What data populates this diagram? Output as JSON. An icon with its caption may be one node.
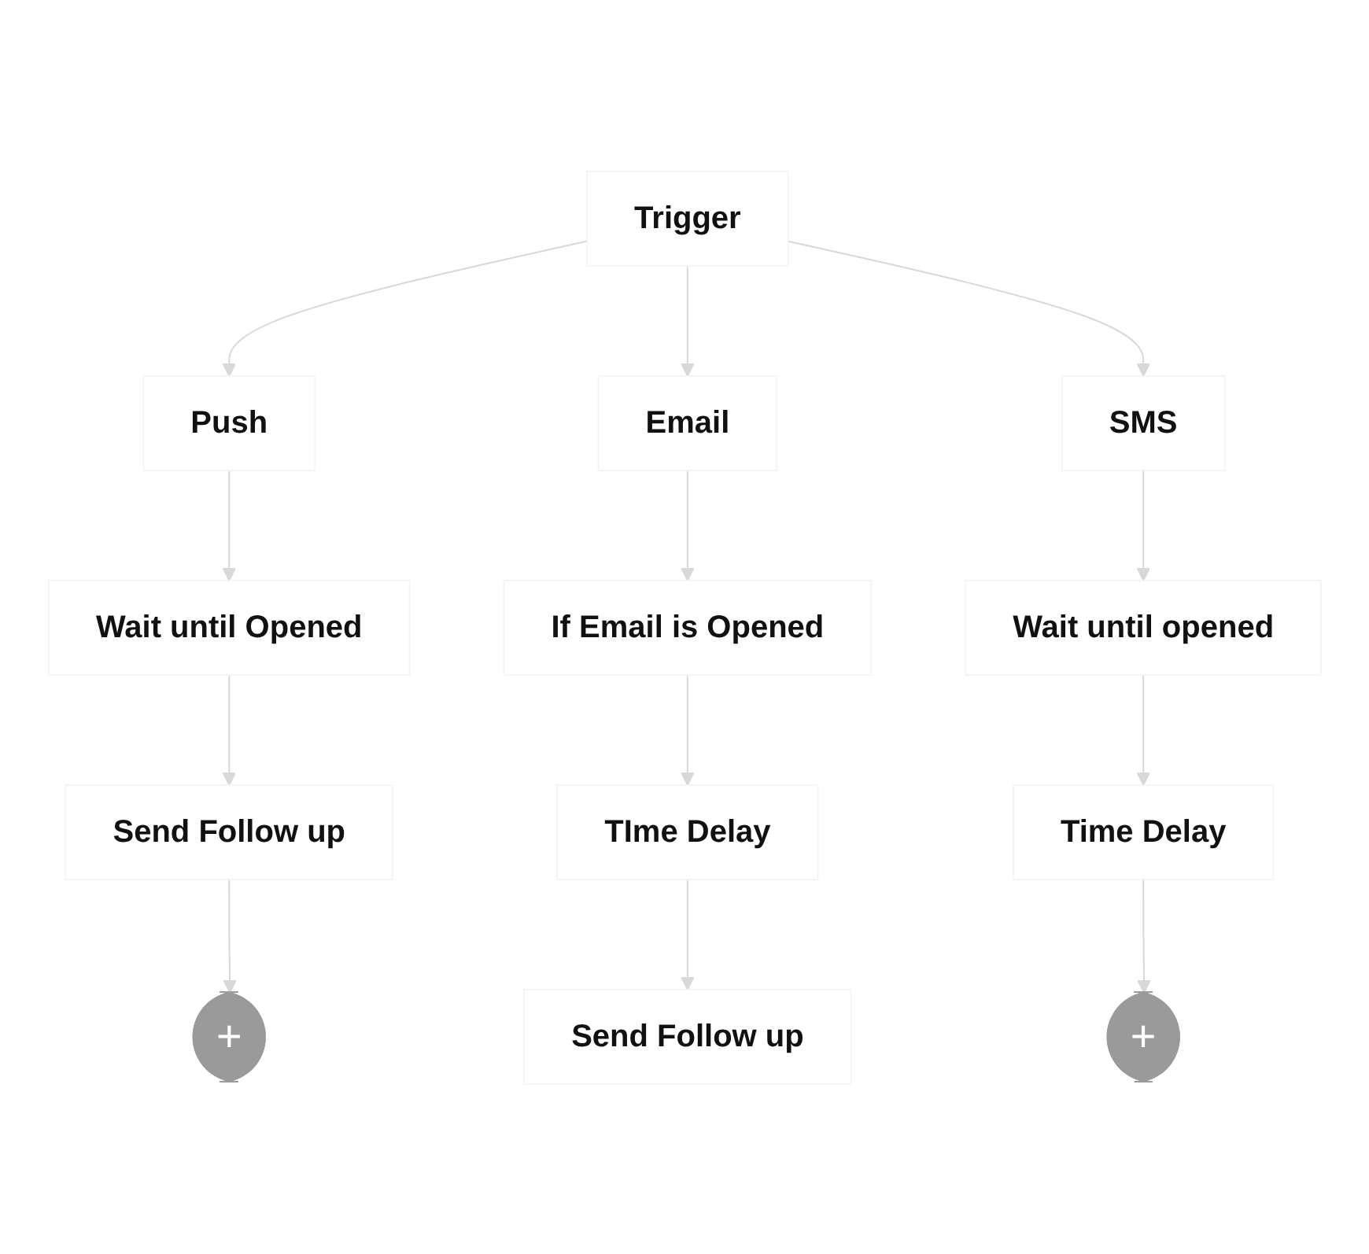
{
  "diagram": {
    "nodes": [
      {
        "text": [
          "Trigger"
        ]
      },
      {
        "text": [
          "Push"
        ]
      },
      {
        "text": [
          "Email"
        ]
      },
      {
        "text": [
          "SMS"
        ]
      },
      {
        "text": [
          "Wait until Opened"
        ]
      },
      {
        "text": [
          "If Email is Opened"
        ]
      },
      {
        "text": [
          "Wait until opened"
        ]
      },
      {
        "text": [
          "Send Follow up"
        ]
      },
      {
        "text": [
          "TIme Delay"
        ]
      },
      {
        "text": [
          "Time Delay"
        ]
      },
      {
        "text": [
          "+"
        ]
      },
      {
        "text": [
          "Send Follow up"
        ]
      },
      {
        "text": [
          "+"
        ]
      }
    ],
    "edges": [
      {
        "from": 0,
        "to": 1,
        "arrow": "to"
      },
      {
        "from": 0,
        "to": 2,
        "arrow": "to"
      },
      {
        "from": 0,
        "to": 3,
        "arrow": "to"
      },
      {
        "from": 1,
        "to": 4,
        "arrow": "to"
      },
      {
        "from": 2,
        "to": 5,
        "arrow": "to"
      },
      {
        "from": 3,
        "to": 6,
        "arrow": "to"
      },
      {
        "from": 4,
        "to": 7,
        "arrow": "to"
      },
      {
        "from": 5,
        "to": 8,
        "arrow": "to"
      },
      {
        "from": 6,
        "to": 9,
        "arrow": "to"
      },
      {
        "from": 7,
        "to": 10,
        "arrow": "to"
      },
      {
        "from": 8,
        "to": 11,
        "arrow": "to"
      },
      {
        "from": 9,
        "to": 12,
        "arrow": "to"
      }
    ]
  }
}
